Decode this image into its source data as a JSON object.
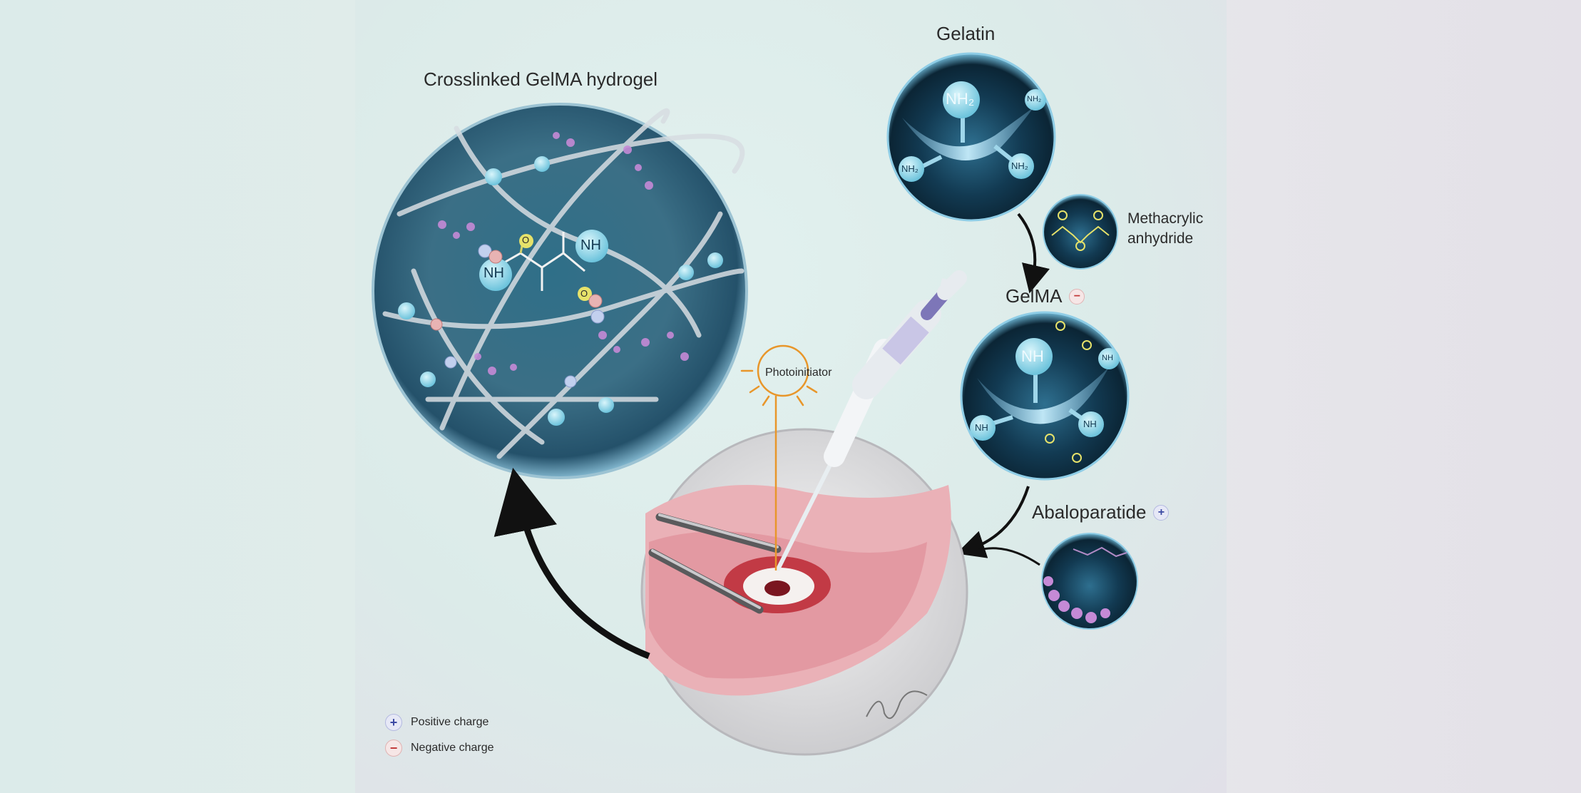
{
  "labels": {
    "crosslinked": "Crosslinked GelMA hydrogel",
    "gelatin": "Gelatin",
    "methacrylic_line1": "Methacrylic",
    "methacrylic_line2": "anhydride",
    "gelma": "GelMA",
    "abaloparatide": "Abaloparatide",
    "photoinitiator": "Photoinitiator"
  },
  "chem": {
    "nh2": "NH₂",
    "nh": "NH",
    "o": "O"
  },
  "legend": {
    "positive_symbol": "+",
    "positive_label": "Positive charge",
    "negative_symbol": "−",
    "negative_label": "Negative charge"
  },
  "colors": {
    "sphere_dark": "#0d2a3d",
    "sphere_light": "#5fa3c4",
    "nh_node": "#8fd6ea",
    "oxygen": "#e6e26a",
    "peptide": "#c58ad6",
    "photo_orange": "#e8962a",
    "tissue_pink": "#e8a0a8"
  }
}
